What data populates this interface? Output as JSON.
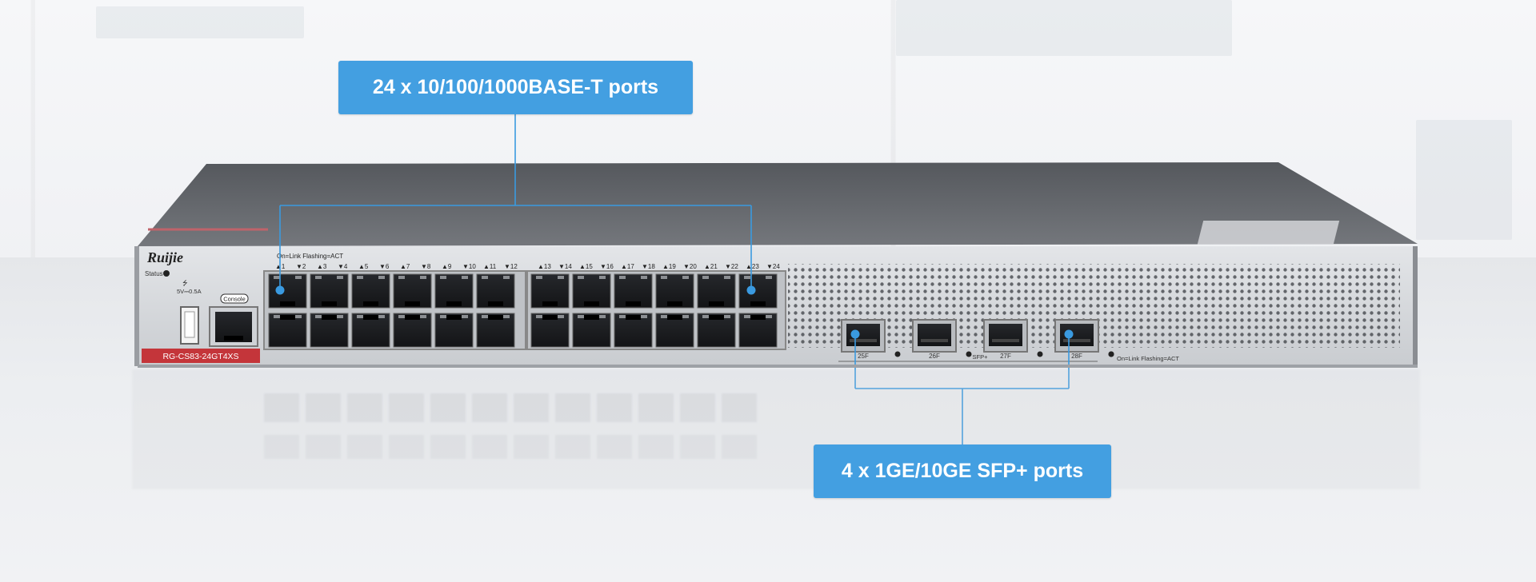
{
  "callouts": {
    "rj45": "24 x 10/100/1000BASE-T ports",
    "sfp": "4 x 1GE/10GE SFP+ ports"
  },
  "device": {
    "brand": "Ruijie",
    "model": "RG-CS83-24GT4XS",
    "status_label": "Status",
    "usb_label": "5V⎓0.5A",
    "console_label": "Console",
    "led_legend": "On=Link  Flashing=ACT",
    "sfp_led_legend": "On=Link  Flashing=ACT",
    "sfp_group_label": "SFP+",
    "port_labels_left": [
      "1",
      "2",
      "3",
      "4",
      "5",
      "6",
      "7",
      "8",
      "9",
      "10",
      "11",
      "12"
    ],
    "port_labels_right": [
      "13",
      "14",
      "15",
      "16",
      "17",
      "18",
      "19",
      "20",
      "21",
      "22",
      "23",
      "24"
    ],
    "sfp_labels": [
      "25F",
      "26F",
      "27F",
      "28F"
    ]
  },
  "colors": {
    "accent": "#439fe1",
    "model_badge": "#c4353a",
    "chassis_top": "#5f6267",
    "front_panel": "#d5d7da"
  }
}
